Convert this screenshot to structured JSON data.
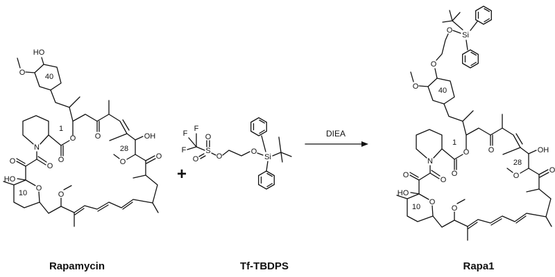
{
  "compounds": {
    "reactant1": "Rapamycin",
    "reactant2": "Tf-TBDPS",
    "product": "Rapa1"
  },
  "reaction": {
    "plus": "+",
    "reagent": "DIEA"
  },
  "locants": {
    "c40": "40",
    "c1": "1",
    "c28": "28",
    "c10": "10"
  },
  "atoms": {
    "O": "O",
    "OH": "OH",
    "HO": "HO",
    "N": "N",
    "S": "S",
    "Si": "Si",
    "F": "F"
  }
}
